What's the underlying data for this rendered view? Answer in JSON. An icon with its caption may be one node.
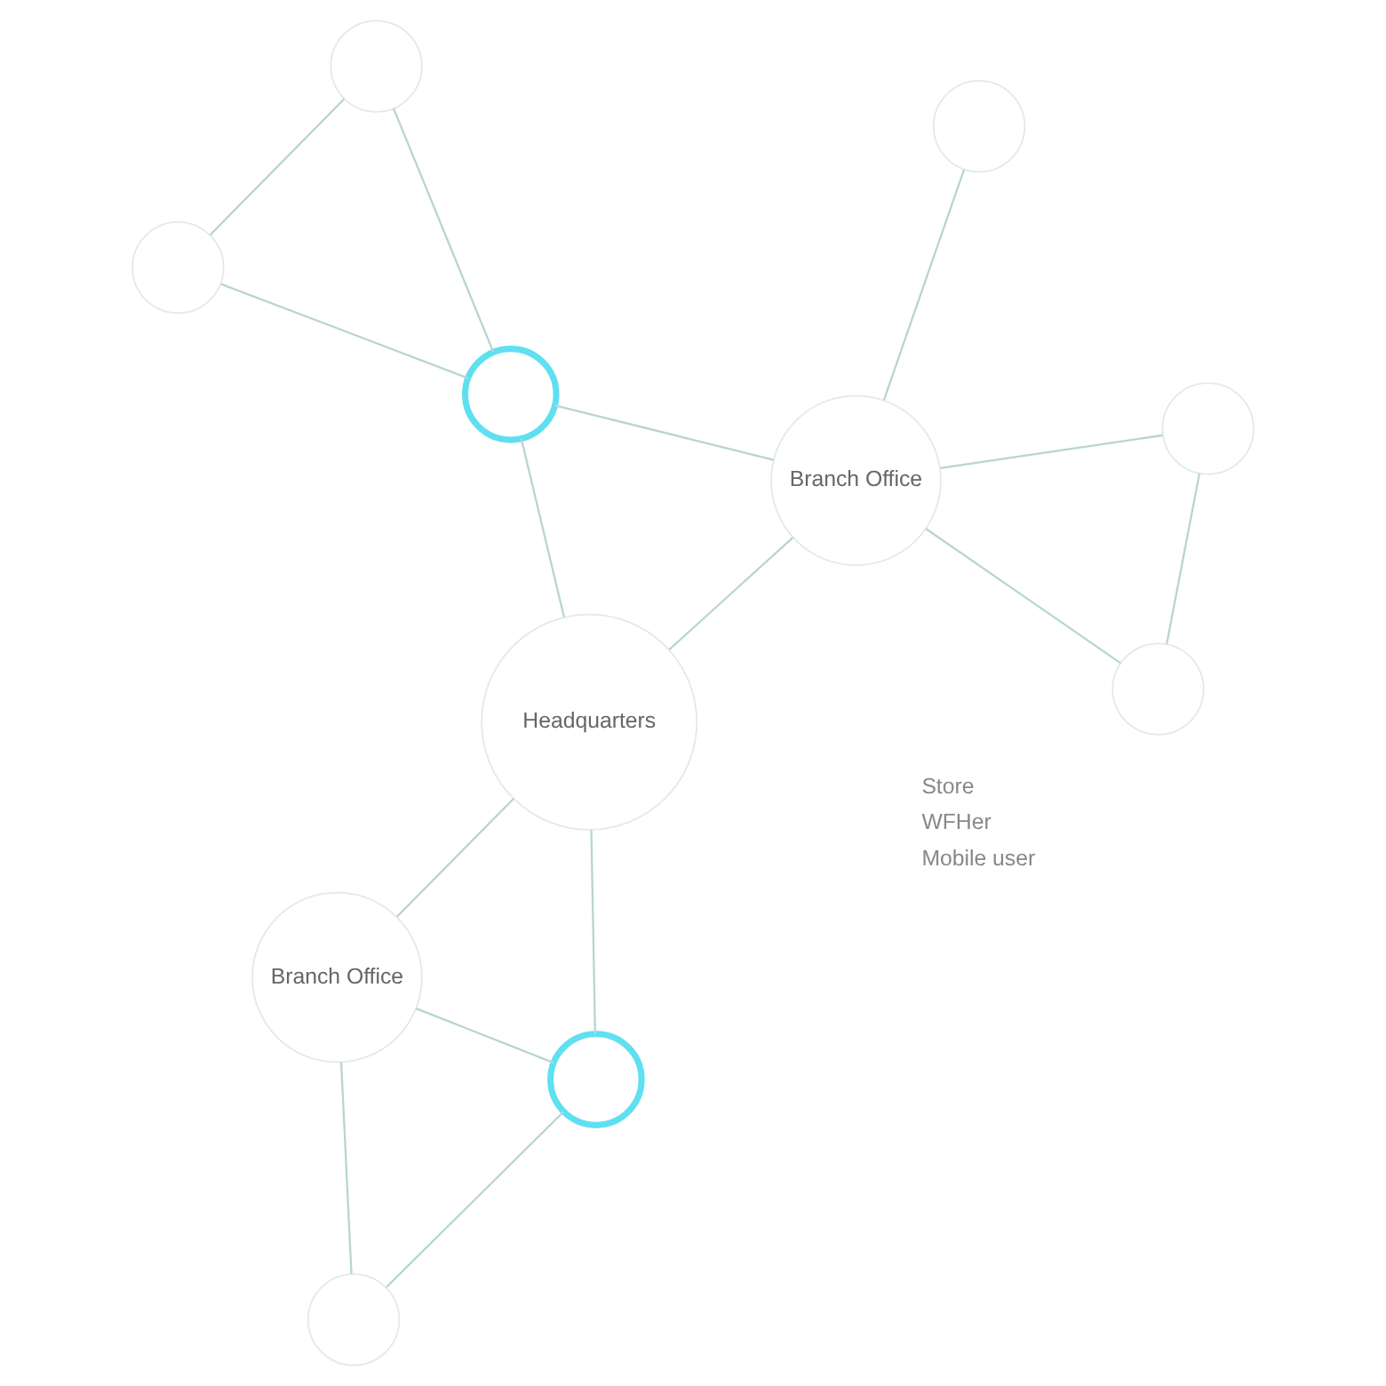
{
  "diagram": {
    "nodes": [
      {
        "text": [],
        "shape": "circle"
      },
      {
        "text": [],
        "shape": "circle"
      },
      {
        "text": [],
        "shape": "circle"
      },
      {
        "text": [
          "Headquarters"
        ]
      },
      {
        "text": [
          "Branch Office"
        ]
      },
      {
        "text": [],
        "shape": "circle"
      },
      {
        "text": [
          "Branch Office"
        ]
      },
      {
        "text": [],
        "shape": "circle"
      },
      {
        "text": [],
        "shape": "circle"
      },
      {
        "text": [],
        "shape": "circle"
      },
      {
        "text": [],
        "shape": "circle"
      }
    ],
    "edges": [
      {
        "from": 0,
        "to": 1,
        "arrow": "none"
      },
      {
        "from": 0,
        "to": 2,
        "arrow": "none"
      },
      {
        "from": 1,
        "to": 2,
        "arrow": "none"
      },
      {
        "from": 2,
        "to": 4,
        "arrow": "none"
      },
      {
        "from": 2,
        "to": 3,
        "arrow": "none"
      },
      {
        "from": 4,
        "to": 3,
        "arrow": "none"
      },
      {
        "from": 4,
        "to": 5,
        "arrow": "none"
      },
      {
        "from": 4,
        "to": 7,
        "arrow": "none"
      },
      {
        "from": 4,
        "to": 8,
        "arrow": "none"
      },
      {
        "from": 7,
        "to": 8,
        "arrow": "none"
      },
      {
        "from": 3,
        "to": 6,
        "arrow": "none"
      },
      {
        "from": 3,
        "to": 9,
        "arrow": "none"
      },
      {
        "from": 6,
        "to": 9,
        "arrow": "none"
      },
      {
        "from": 6,
        "to": 10,
        "arrow": "none"
      },
      {
        "from": 9,
        "to": 10,
        "arrow": "none"
      }
    ],
    "legend": [
      {
        "text": "Store"
      },
      {
        "text": "WFHer"
      },
      {
        "text": "Mobile user"
      }
    ]
  }
}
